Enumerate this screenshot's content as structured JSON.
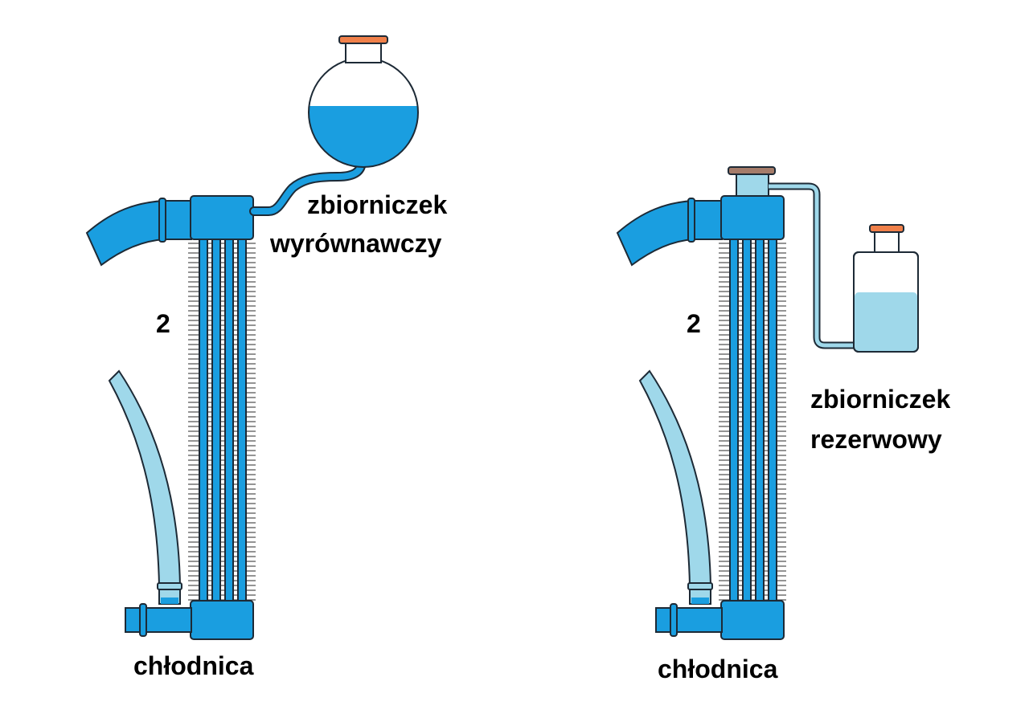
{
  "left": {
    "tank_label_line1": "zbiorniczek",
    "tank_label_line2": "wyrównawczy",
    "number": "2",
    "radiator_label": "chłodnica"
  },
  "right": {
    "tank_label_line1": "zbiorniczek",
    "tank_label_line2": "rezerwowy",
    "number": "2",
    "radiator_label": "chłodnica"
  },
  "colors": {
    "coolant": "#1a9ee0",
    "coolant_light": "#9fd8ea",
    "cap_orange": "#f0804a",
    "cap_brown": "#a57c6a",
    "outline": "#1d2a36"
  },
  "left_tank_fill": 0.45,
  "right_tank_fill": 0.5
}
